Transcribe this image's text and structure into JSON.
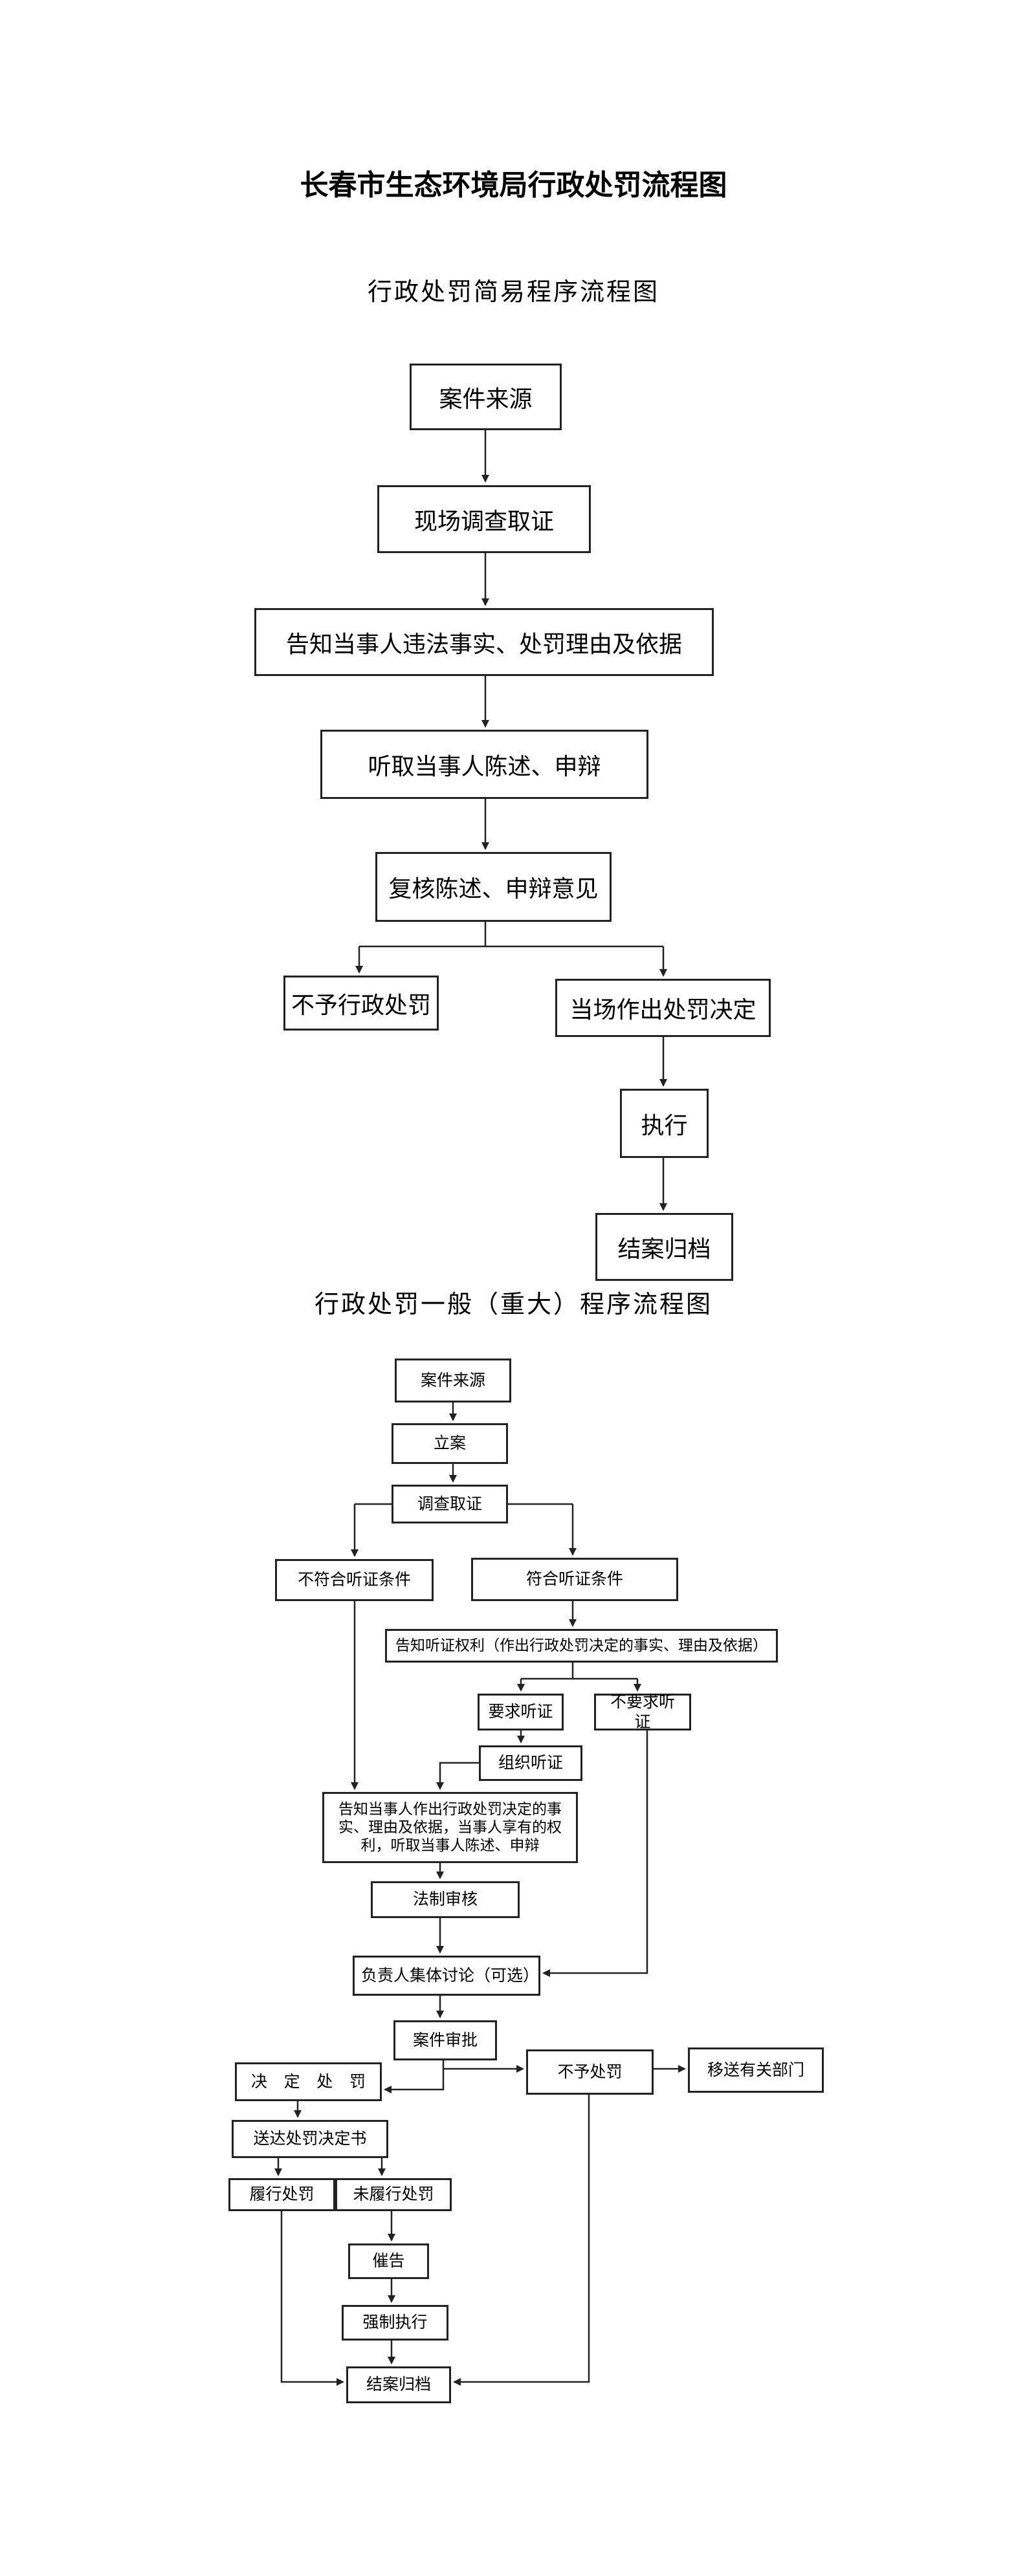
{
  "page_title": "长春市生态环境局行政处罚流程图",
  "simple": {
    "title": "行政处罚简易程序流程图",
    "nodes": {
      "source": "案件来源",
      "survey": "现场调查取证",
      "inform": "告知当事人违法事实、处罚理由及依据",
      "hear": "听取当事人陈述、申辩",
      "review": "复核陈述、申辩意见",
      "no_penalty": "不予行政处罚",
      "onsite_decision": "当场作出处罚决定",
      "execute": "执行",
      "archive": "结案归档"
    }
  },
  "general": {
    "title": "行政处罚一般（重大）程序流程图",
    "nodes": {
      "source": "案件来源",
      "filing": "立案",
      "investigate": "调查取证",
      "not_hearing_cond": "不符合听证条件",
      "hearing_cond": "符合听证条件",
      "inform_hearing_right": "告知听证权利（作出行政处罚决定的事实、理由及依据）",
      "request_hearing": "要求听证",
      "no_request_hearing": "不要求听证",
      "organize_hearing": "组织听证",
      "inform_rights": "告知当事人作出行政处罚决定的事实、理由及依据，当事人享有的权利，听取当事人陈述、申辩",
      "legal_review": "法制审核",
      "collective_discussion": "负责人集体讨论（可选）",
      "case_approval": "案件审批",
      "decide_penalty": [
        "决",
        "定",
        "处",
        "罚"
      ],
      "no_penalty": "不予处罚",
      "transfer": "移送有关部门",
      "deliver_decision": "送达处罚决定书",
      "fulfill": "履行处罚",
      "not_fulfill": "未履行处罚",
      "urge": "催告",
      "enforce": "强制执行",
      "close_archive": "结案归档"
    }
  }
}
